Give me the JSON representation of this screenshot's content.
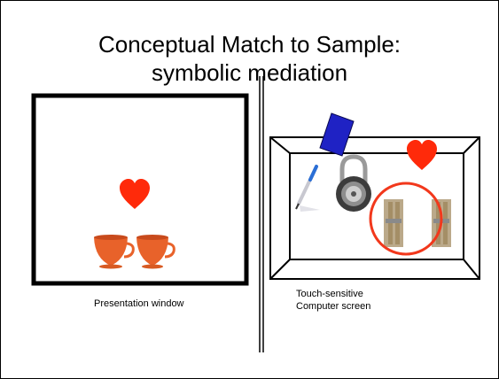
{
  "title": {
    "line1": "Conceptual Match to Sample:",
    "line2": "symbolic mediation"
  },
  "presentation_window": {
    "caption": "Presentation window",
    "sample_icons": [
      "heart-icon",
      "orange-cup-icon",
      "orange-cup-icon"
    ]
  },
  "computer_screen": {
    "caption_line1": "Touch-sensitive",
    "caption_line2": "Computer screen",
    "choice_icons": [
      "blue-card-icon",
      "heart-icon",
      "pen-icon",
      "combination-lock-icon",
      "clothespin-icon",
      "clothespin-icon"
    ],
    "selection_marker": "red-circle"
  },
  "colors": {
    "heart": "#ff2a0a",
    "selection_circle": "#f2381c",
    "card": "#1f22c4",
    "cup": "#e8622a"
  }
}
